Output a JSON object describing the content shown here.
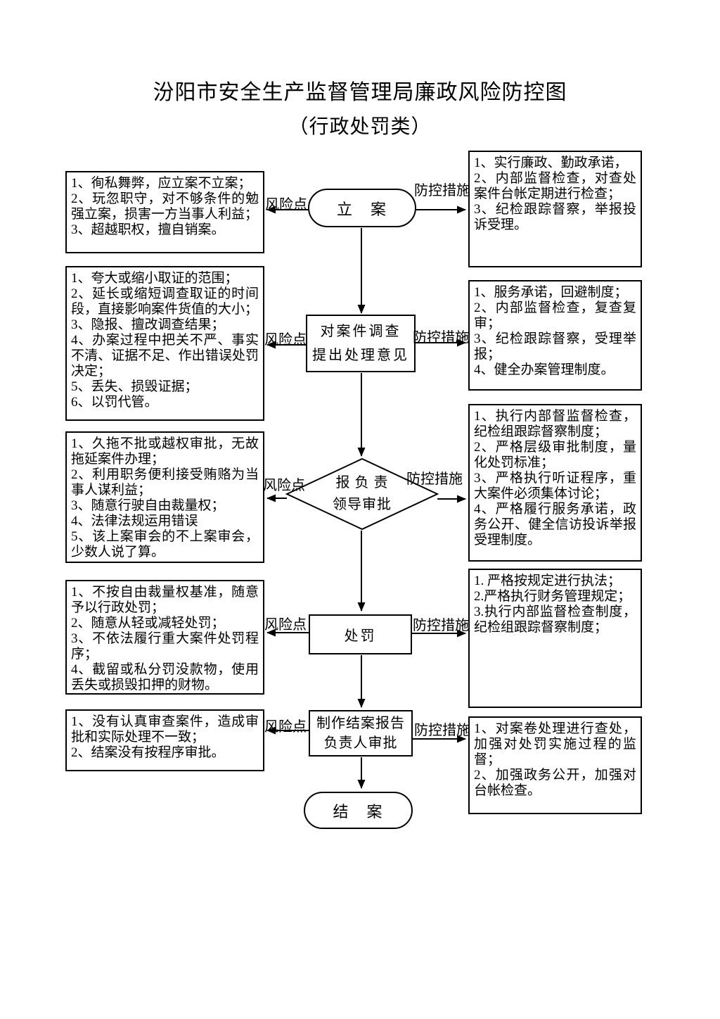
{
  "title": "汾阳市安全生产监督管理局廉政风险防控图",
  "subtitle": "（行政处罚类）",
  "labels": {
    "risk": "风险点",
    "control": "防控措施"
  },
  "nodes": {
    "start": {
      "label": "立　案"
    },
    "investigate": {
      "line1": "对案件调查",
      "line2": "提出处理意见"
    },
    "approve": {
      "line1": "报 负 责",
      "line2": "领导审批"
    },
    "punish": {
      "label": "处罚"
    },
    "report": {
      "line1": "制作结案报告",
      "line2": "负责人审批"
    },
    "end": {
      "label": "结　案"
    }
  },
  "risk_boxes": [
    {
      "items": [
        "1、徇私舞弊，应立案不立案；",
        "2、玩忽职守，对不够条件的勉强立案，损害一方当事人利益；",
        "3、超越职权，擅自销案。"
      ]
    },
    {
      "items": [
        "1、夸大或缩小取证的范围；",
        "2、延长或缩短调查取证的时间段，直接影响案件货值的大小；",
        "3、隐报、擅改调查结果；",
        "4、办案过程中把关不严、事实不清、证据不足、作出错误处罚决定；",
        "5、丢失、损毁证据；",
        "6、以罚代管。"
      ]
    },
    {
      "items": [
        "1、久拖不批或越权审批，无故拖延案件办理；",
        "2、利用职务便利接受贿赂为当事人谋利益；",
        "3、随意行驶自由裁量权；",
        "4、法律法规运用错误",
        "5、该上案审会的不上案审会， 少数人说了算。"
      ]
    },
    {
      "items": [
        "1、不按自由裁量权基准，随意予以行政处罚；",
        "2、随意从轻或减轻处罚；",
        "3、不依法履行重大案件处罚程序；",
        "4、截留或私分罚没款物，使用丢失或损毁扣押的财物。"
      ]
    },
    {
      "items": [
        "1、没有认真审查案件，造成审批和实际处理不一致；",
        "2、结案没有按程序审批。"
      ]
    }
  ],
  "control_boxes": [
    {
      "items": [
        "1、实行廉政、勤政承诺，",
        "2、内部监督检查，对查处案件台帐定期进行检查；",
        "3、纪检跟踪督察，举报投诉受理。"
      ]
    },
    {
      "items": [
        "1、服务承诺，回避制度；",
        "2、内部监督检查，复查复审；",
        "3、纪检跟踪督察，受理举报；",
        "4、健全办案管理制度。"
      ]
    },
    {
      "items": [
        "1、执行内部督监督检查，纪检组跟踪督察制度；",
        "2、严格层级审批制度，量化处罚标准；",
        "3、严格执行听证程序，重大案件必须集体讨论；",
        "4、严格履行服务承诺，政务公开、健全信访投诉举报受理制度。"
      ]
    },
    {
      "items": [
        "1. 严格按规定进行执法；",
        "2.严格执行财务管理规定；",
        "3.执行内部监督检查制度，纪检组跟踪督察制度；"
      ]
    },
    {
      "items": [
        "1、对案卷处理进行查处，加强对处罚实施过程的监督；",
        "2、加强政务公开，加强对台帐检查。"
      ]
    }
  ]
}
